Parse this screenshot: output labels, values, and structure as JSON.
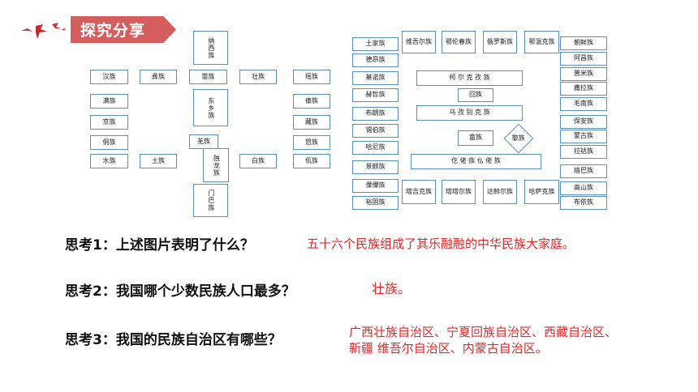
{
  "banner": {
    "title": "探究分享"
  },
  "left_chart": {
    "top": "纳西族",
    "row1": [
      "汉族",
      "彝族",
      "苗族",
      "壮族",
      "瑶族"
    ],
    "center1": "东乡族",
    "left_col": [
      "满族",
      "京族",
      "侗族",
      "水族"
    ],
    "right_col": [
      "傣族",
      "藏族",
      "怒族",
      "佤族"
    ],
    "qiang": "羌族",
    "dulong": "独龙族",
    "tu": "土族",
    "bai": "白族",
    "menba": "门巴族"
  },
  "right_chart": {
    "col1": [
      "土家族",
      "德昂族",
      "基诺族",
      "赫哲族",
      "布朗族",
      "锡伯族",
      "哈尼族",
      "景颇族",
      "傈僳族",
      "裕固族"
    ],
    "top_row": [
      "维吾尔族",
      "鄂伦春族",
      "俄罗斯族",
      "鄂温克族"
    ],
    "col_right": [
      "朝鲜族",
      "阿昌族",
      "普米族",
      "撒拉族",
      "毛南族",
      "保安族",
      "蒙古族",
      "拉祜族",
      "珞巴族",
      "高山族",
      "布依族"
    ],
    "kirgiz": "柯 尔 克 孜 族",
    "hui": "回族",
    "uzbek": "乌 孜 别 克 族",
    "she": "畲族",
    "li": "黎族",
    "gelao": "仡 佬 族 仫 佬 族",
    "bottom_row": [
      "塔吉克族",
      "塔塔尔族",
      "达斡尔族",
      "哈萨克族"
    ]
  },
  "questions": [
    {
      "q": "思考1：上述图片表明了什么？",
      "a": "五十六个民族组成了其乐融融的中华民族大家庭。"
    },
    {
      "q": "思考2：我国哪个少数民族人口最多？",
      "a": "壮族。"
    },
    {
      "q": "思考3：我国的民族自治区有哪些？",
      "a": "广西壮族自治区、宁夏回族自治区、西藏自治区、新疆 维吾尔自治区、内蒙古自治区。"
    }
  ]
}
